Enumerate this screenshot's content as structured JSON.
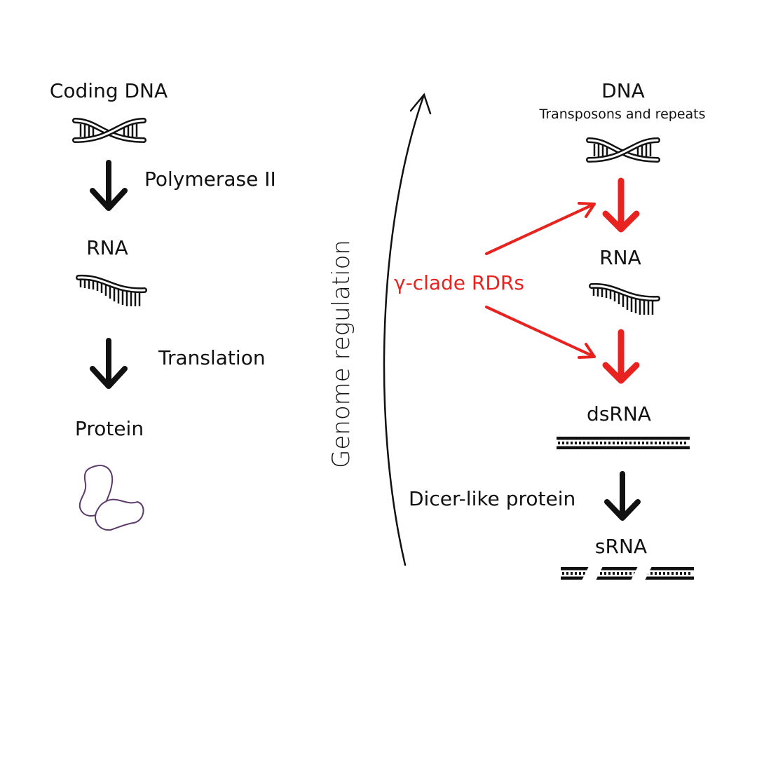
{
  "left_pathway": {
    "coding_dna": "Coding DNA",
    "polymerase": "Polymerase II",
    "rna": "RNA",
    "translation": "Translation",
    "protein": "Protein"
  },
  "center": {
    "genome_regulation": "Genome regulation",
    "rdrs": "γ-clade RDRs"
  },
  "right_pathway": {
    "dna": "DNA",
    "dna_subtitle": "Transposons and repeats",
    "rna": "RNA",
    "dsrna": "dsRNA",
    "dicer": "Dicer-like protein",
    "srna": "sRNA"
  },
  "colors": {
    "text": "#111111",
    "highlight": "#e8221f",
    "protein_outline": "#5a3a6a"
  },
  "icons": [
    "dna-helix-icon",
    "rna-strand-icon",
    "dsrna-icon",
    "srna-icon",
    "protein-icon",
    "arrow-down-icon"
  ]
}
